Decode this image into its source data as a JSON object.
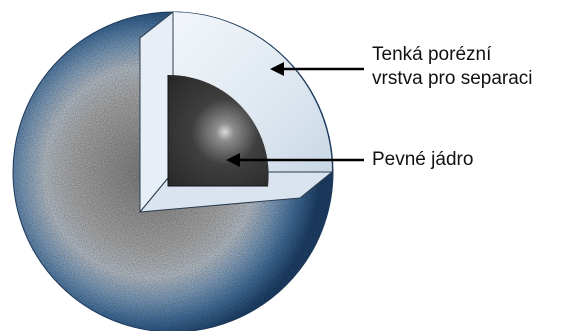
{
  "labels": {
    "shell": {
      "line1": "Tenká porézní",
      "line2": "vrstva pro separaci"
    },
    "core": "Pevné jádro"
  },
  "colors": {
    "outer_blue": "#3d6a9a",
    "porous_gray": "#a9a9a9",
    "cutaway_light": "#e4edf5",
    "core_dark": "#161616",
    "arrow": "#000000"
  }
}
